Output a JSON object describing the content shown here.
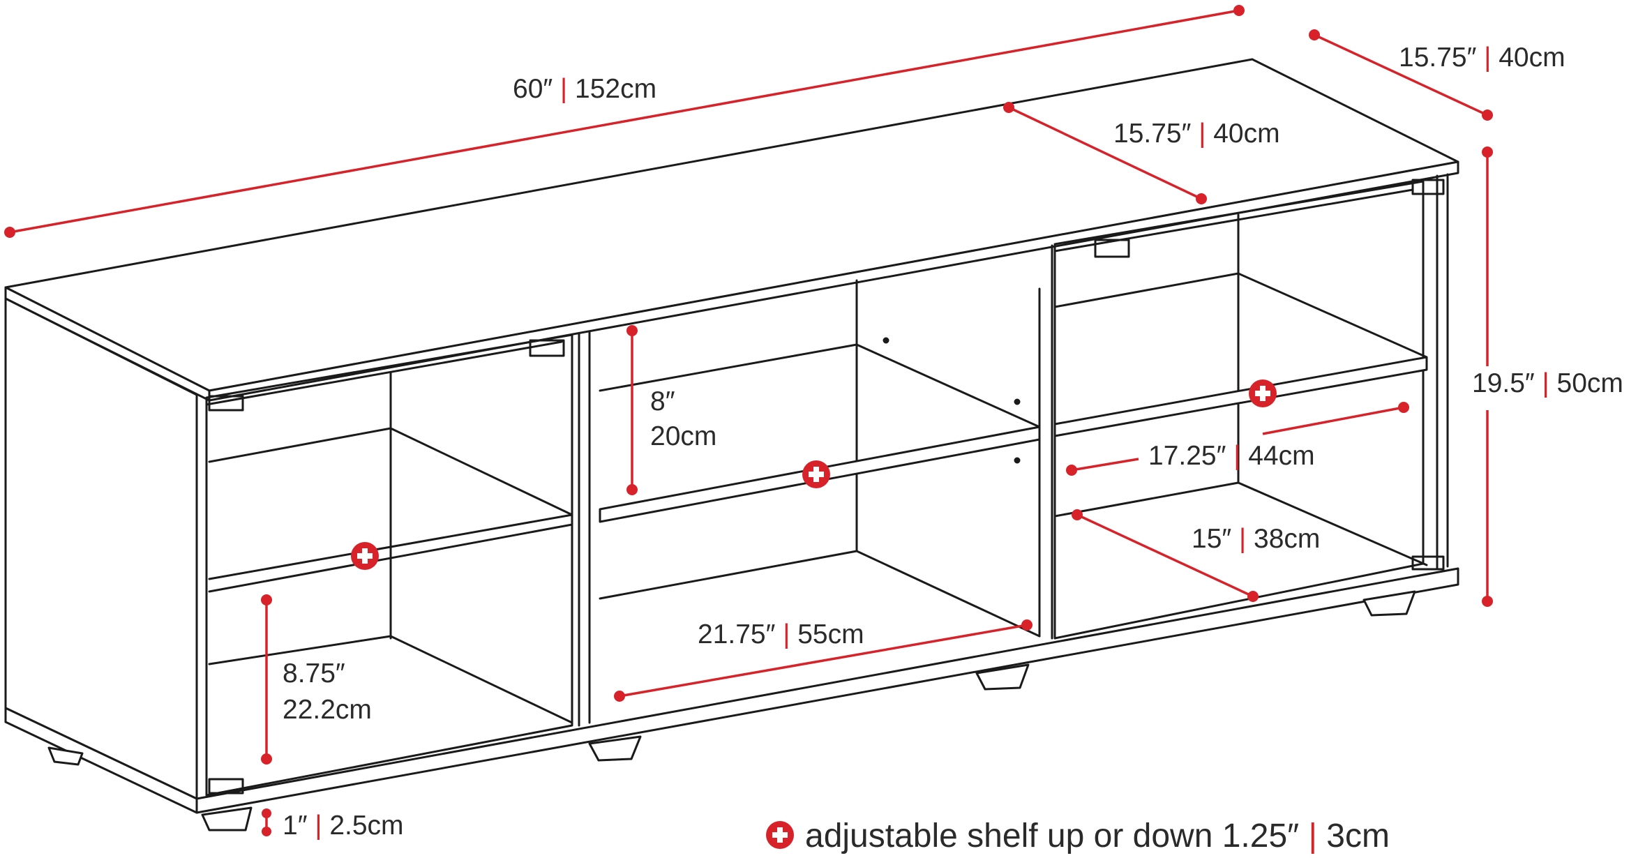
{
  "colors": {
    "dimension": "#d8222a",
    "outline": "#1a1a1a",
    "text": "#2a2a2a"
  },
  "icons": {
    "adjustable_shelf": "plus-circle-icon"
  },
  "dimensions": {
    "overall_width": {
      "imperial": "60″",
      "metric": "152cm"
    },
    "overall_depth": {
      "imperial": "15.75″",
      "metric": "40cm"
    },
    "inner_depth": {
      "imperial": "15.75″",
      "metric": "40cm"
    },
    "overall_height": {
      "imperial": "19.5″",
      "metric": "50cm"
    },
    "center_shelf_gap": {
      "imperial": "8″",
      "metric": "20cm"
    },
    "right_shelf_width": {
      "imperial": "17.25″",
      "metric": "44cm"
    },
    "right_shelf_depth": {
      "imperial": "15″",
      "metric": "38cm"
    },
    "center_width": {
      "imperial": "21.75″",
      "metric": "55cm"
    },
    "left_shelf_gap": {
      "imperial": "8.75″",
      "metric": "22.2cm"
    },
    "leg_height": {
      "imperial": "1″",
      "metric": "2.5cm"
    }
  },
  "legend": {
    "text": "adjustable shelf up or down",
    "imperial": "1.25″",
    "metric": "3cm"
  }
}
